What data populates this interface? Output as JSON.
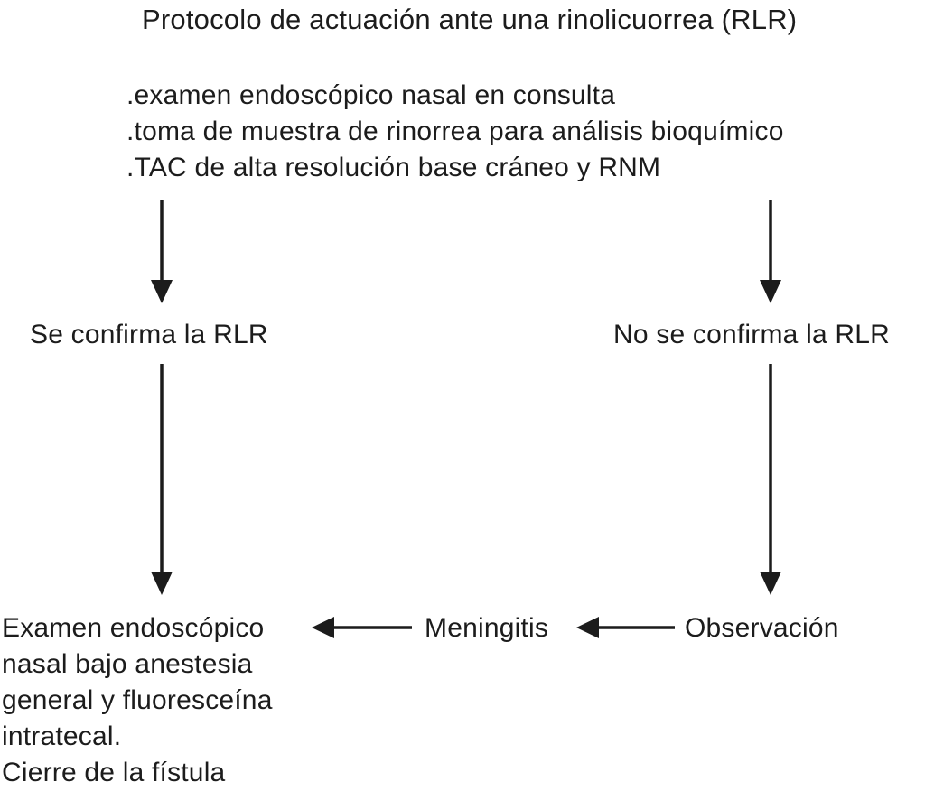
{
  "title": "Protocolo de actuación ante una rinolicuorrea (RLR)",
  "protocol_steps": [
    ".examen endoscópico nasal en consulta",
    ".toma de muestra de rinorrea para análisis bioquímico",
    ".TAC de alta resolución base cráneo y RNM"
  ],
  "branches": {
    "confirmed_label": "Se confirma la RLR",
    "not_confirmed_label": "No se confirma la RLR"
  },
  "outcomes": {
    "treatment_lines": [
      "Examen endoscópico",
      "nasal bajo anestesia",
      "general y fluoresceína",
      "intratecal.",
      "Cierre de la fístula"
    ],
    "meningitis_label": "Meningitis",
    "observation_label": "Observación"
  },
  "icons": {
    "down_arrow": "down-arrow",
    "left_arrow": "left-arrow"
  },
  "colors": {
    "background": "#ffffff",
    "text": "#1c1c1c",
    "arrow": "#1c1c1c"
  }
}
